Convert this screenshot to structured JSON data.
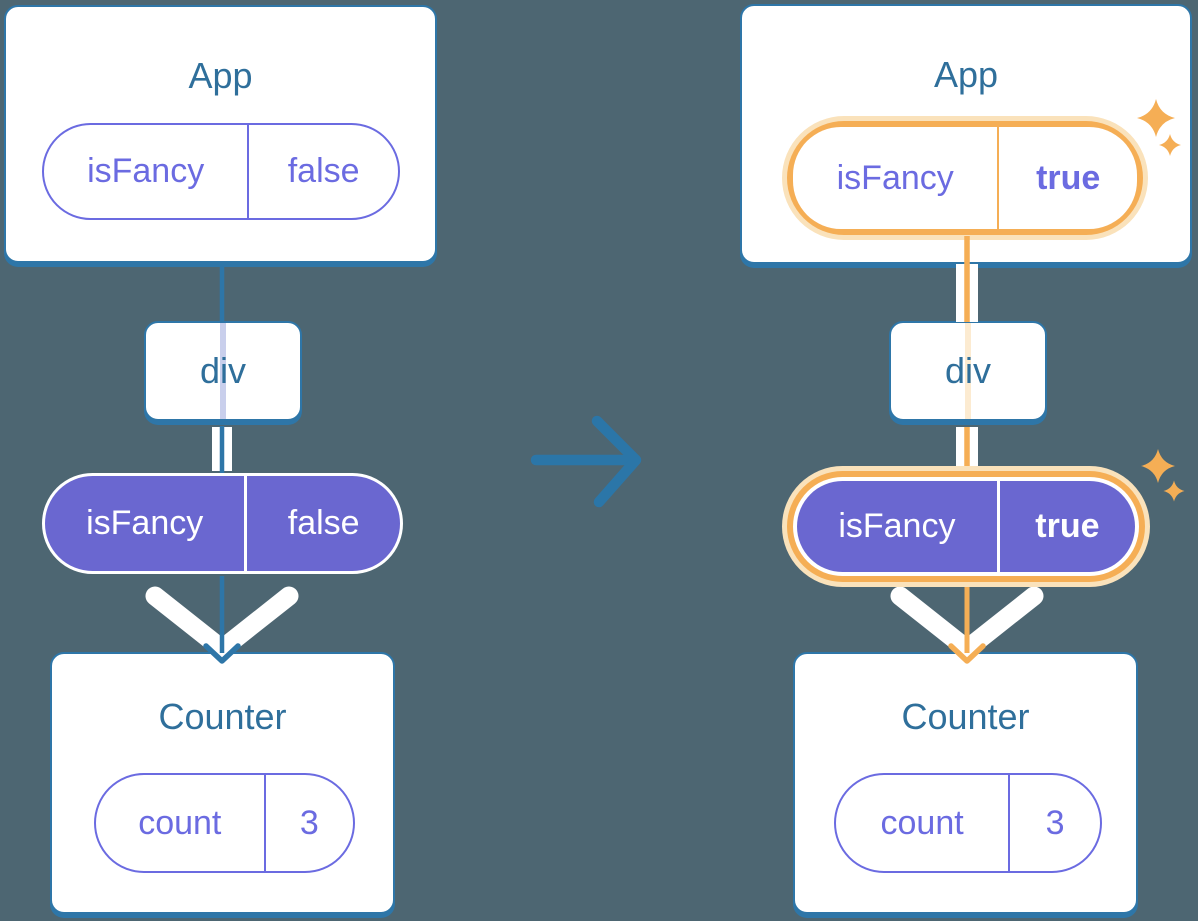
{
  "background_color": "#4D6672",
  "colors": {
    "card_border_blue": "#2E76A8",
    "flow_line_blue": "#2E76A8",
    "title_text_blue": "#2F6F9B",
    "purple_outline_text": "#6B6BE1",
    "purple_pill_fill": "#6A67D0",
    "highlight_orange": "#F5AE55",
    "highlight_orange_glow": "#FAE2BB",
    "faded_line_lavender": "#C9CFEC",
    "faded_line_peach": "#FCEBD1",
    "card_white": "#FFFFFF"
  },
  "before": {
    "app": {
      "title": "App",
      "prop_name": "isFancy",
      "prop_value": "false"
    },
    "div": {
      "label": "div"
    },
    "passed_prop": {
      "name": "isFancy",
      "value": "false"
    },
    "counter": {
      "title": "Counter",
      "state_name": "count",
      "state_value": "3"
    }
  },
  "after": {
    "app": {
      "title": "App",
      "prop_name": "isFancy",
      "prop_value": "true"
    },
    "div": {
      "label": "div"
    },
    "passed_prop": {
      "name": "isFancy",
      "value": "true"
    },
    "counter": {
      "title": "Counter",
      "state_name": "count",
      "state_value": "3"
    }
  },
  "icons": {
    "transition_arrow": "right-arrow",
    "down_arrow": "down-arrow",
    "sparkle": "four-point-star"
  }
}
